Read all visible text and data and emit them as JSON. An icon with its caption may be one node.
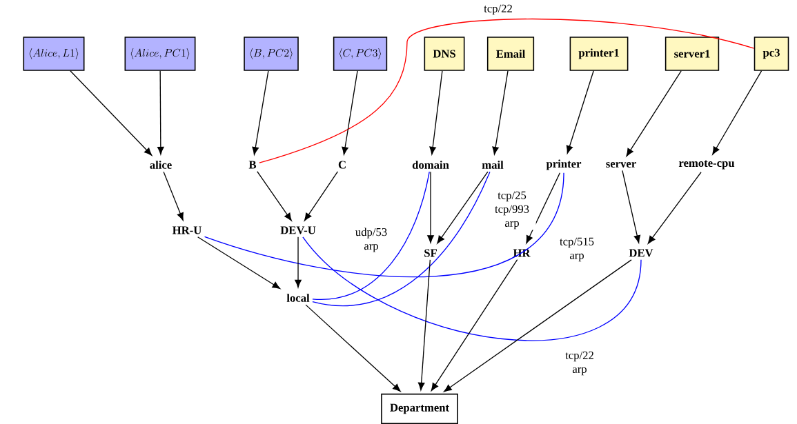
{
  "diagram": {
    "nodes": [
      {
        "text": [
          "\\langle Alice, L1\\rangle"
        ]
      },
      {
        "text": [
          "\\langle Alice, PC1\\rangle"
        ]
      },
      {
        "text": [
          "\\langle B, PC2\\rangle"
        ]
      },
      {
        "text": [
          "\\langle C, PC3\\rangle"
        ]
      },
      {
        "text": [
          "DNS"
        ]
      },
      {
        "text": [
          "Email"
        ]
      },
      {
        "text": [
          "printer1"
        ]
      },
      {
        "text": [
          "server1"
        ]
      },
      {
        "text": [
          "pc3"
        ]
      },
      {
        "text": [
          "alice"
        ]
      },
      {
        "text": [
          "B"
        ]
      },
      {
        "text": [
          "C"
        ]
      },
      {
        "text": [
          "domain"
        ]
      },
      {
        "text": [
          "mail"
        ]
      },
      {
        "text": [
          "printer"
        ]
      },
      {
        "text": [
          "server"
        ]
      },
      {
        "text": [
          "remote-cpu"
        ]
      },
      {
        "text": [
          "HR-U"
        ]
      },
      {
        "text": [
          "DEV-U"
        ]
      },
      {
        "text": [
          "SF"
        ]
      },
      {
        "text": [
          "HR"
        ]
      },
      {
        "text": [
          "DEV"
        ]
      },
      {
        "text": [
          "local"
        ]
      },
      {
        "text": [
          "Department"
        ]
      }
    ],
    "edges": [
      {
        "from": 0,
        "to": 9,
        "arrow": "to"
      },
      {
        "from": 1,
        "to": 9,
        "arrow": "to"
      },
      {
        "from": 2,
        "to": 10,
        "arrow": "to"
      },
      {
        "from": 3,
        "to": 11,
        "arrow": "to"
      },
      {
        "from": 4,
        "to": 12,
        "arrow": "to"
      },
      {
        "from": 5,
        "to": 13,
        "arrow": "to"
      },
      {
        "from": 6,
        "to": 14,
        "arrow": "to"
      },
      {
        "from": 7,
        "to": 15,
        "arrow": "to"
      },
      {
        "from": 8,
        "to": 16,
        "arrow": "to"
      },
      {
        "from": 9,
        "to": 17,
        "arrow": "to"
      },
      {
        "from": 10,
        "to": 18,
        "arrow": "to"
      },
      {
        "from": 11,
        "to": 18,
        "arrow": "to"
      },
      {
        "from": 12,
        "to": 19,
        "arrow": "to"
      },
      {
        "from": 13,
        "to": 19,
        "arrow": "to"
      },
      {
        "from": 14,
        "to": 20,
        "arrow": "to"
      },
      {
        "from": 15,
        "to": 21,
        "arrow": "to"
      },
      {
        "from": 16,
        "to": 21,
        "arrow": "to"
      },
      {
        "from": 17,
        "to": 22,
        "arrow": "to"
      },
      {
        "from": 18,
        "to": 22,
        "arrow": "to"
      },
      {
        "from": 22,
        "to": 23,
        "arrow": "to"
      },
      {
        "from": 19,
        "to": 23,
        "arrow": "to"
      },
      {
        "from": 20,
        "to": 23,
        "arrow": "to"
      },
      {
        "from": 21,
        "to": 23,
        "arrow": "to"
      },
      {
        "from": 10,
        "to": 8,
        "arrow": "none",
        "label": "tcp/22",
        "color": "#ff0000"
      },
      {
        "from": 12,
        "to": 22,
        "arrow": "none",
        "label": "udp/53 arp",
        "color": "#0000ff"
      },
      {
        "from": 13,
        "to": 22,
        "arrow": "none",
        "label": "tcp/25 tcp/993 arp",
        "color": "#0000ff"
      },
      {
        "from": 14,
        "to": 17,
        "arrow": "none",
        "label": "tcp/515 arp",
        "color": "#0000ff"
      },
      {
        "from": 21,
        "to": 18,
        "arrow": "none",
        "label": "tcp/22 arp",
        "color": "#0000ff"
      }
    ]
  }
}
